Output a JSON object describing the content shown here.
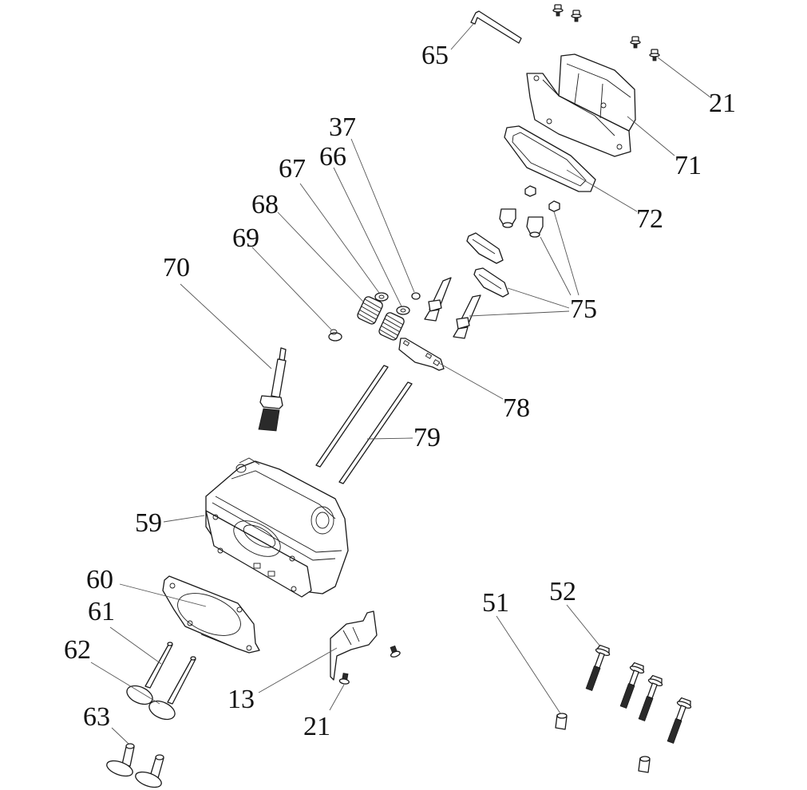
{
  "diagram": {
    "title": "Cylinder head exploded parts view",
    "callouts": [
      {
        "id": "65",
        "label": "65",
        "part": "hex-key"
      },
      {
        "id": "21a",
        "label": "21",
        "part": "cover-bolt"
      },
      {
        "id": "71",
        "label": "71",
        "part": "valve-cover"
      },
      {
        "id": "72",
        "label": "72",
        "part": "valve-cover-gasket"
      },
      {
        "id": "37",
        "label": "37",
        "part": "valve-cap"
      },
      {
        "id": "66",
        "label": "66",
        "part": "valve-spring-retainer-exhaust"
      },
      {
        "id": "67",
        "label": "67",
        "part": "valve-spring-retainer-intake"
      },
      {
        "id": "68",
        "label": "68",
        "part": "valve-spring"
      },
      {
        "id": "69",
        "label": "69",
        "part": "valve-stem-seal"
      },
      {
        "id": "70",
        "label": "70",
        "part": "spark-plug"
      },
      {
        "id": "75",
        "label": "75",
        "part": "rocker-arm-assembly"
      },
      {
        "id": "78",
        "label": "78",
        "part": "push-rod-guide-plate"
      },
      {
        "id": "79",
        "label": "79",
        "part": "push-rod"
      },
      {
        "id": "59",
        "label": "59",
        "part": "cylinder-head"
      },
      {
        "id": "60",
        "label": "60",
        "part": "cylinder-head-gasket"
      },
      {
        "id": "61",
        "label": "61",
        "part": "intake-valve"
      },
      {
        "id": "62",
        "label": "62",
        "part": "exhaust-valve"
      },
      {
        "id": "63",
        "label": "63",
        "part": "valve-lifter"
      },
      {
        "id": "13",
        "label": "13",
        "part": "air-guide"
      },
      {
        "id": "21b",
        "label": "21",
        "part": "air-guide-bolt"
      },
      {
        "id": "51",
        "label": "51",
        "part": "dowel-pin"
      },
      {
        "id": "52",
        "label": "52",
        "part": "cylinder-head-bolt"
      }
    ]
  }
}
